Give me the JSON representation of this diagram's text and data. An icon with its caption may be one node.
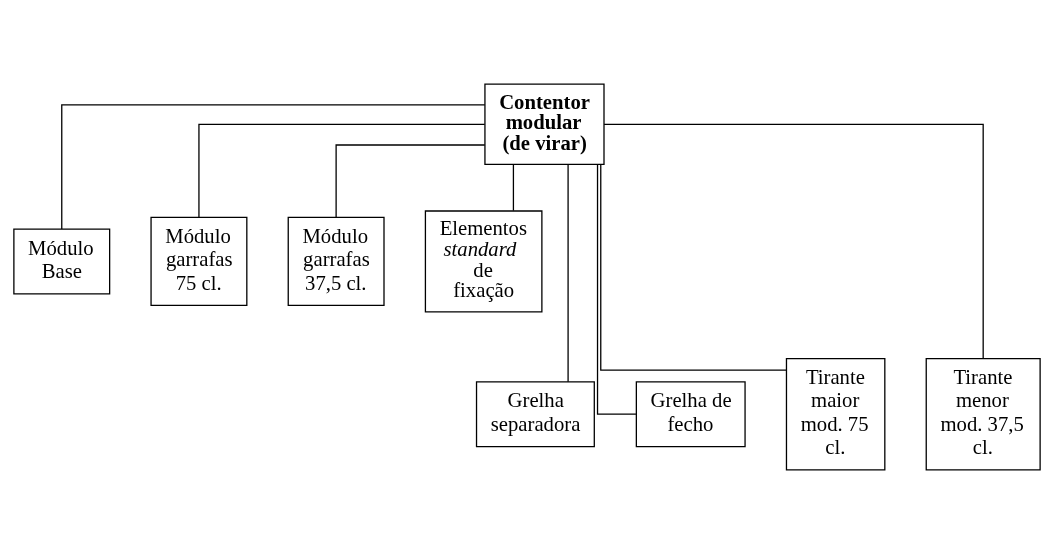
{
  "diagram": {
    "nodes": [
      {
        "text": [
          "Contentor modular (de virar)"
        ]
      },
      {
        "text": [
          "Módulo Base"
        ]
      },
      {
        "text": [
          "Módulo garrafas 75 cl."
        ]
      },
      {
        "text": [
          "Módulo garrafas 37,5 cl."
        ]
      },
      {
        "text": [
          "Elementos *standard* de fixação"
        ]
      },
      {
        "text": [
          "Grelha separadora"
        ]
      },
      {
        "text": [
          "Grelha de fecho"
        ]
      },
      {
        "text": [
          "Tirante maior mod. 75 cl."
        ]
      },
      {
        "text": [
          "Tirante menor mod. 37,5 cl."
        ]
      }
    ],
    "edges": [
      {
        "from": 0,
        "to": 1,
        "arrow": "none"
      },
      {
        "from": 0,
        "to": 2,
        "arrow": "none"
      },
      {
        "from": 0,
        "to": 3,
        "arrow": "none"
      },
      {
        "from": 0,
        "to": 4,
        "arrow": "none"
      },
      {
        "from": 0,
        "to": 5,
        "arrow": "none"
      },
      {
        "from": 0,
        "to": 6,
        "arrow": "none"
      },
      {
        "from": 0,
        "to": 7,
        "arrow": "none"
      },
      {
        "from": 0,
        "to": 8,
        "arrow": "none"
      }
    ]
  }
}
